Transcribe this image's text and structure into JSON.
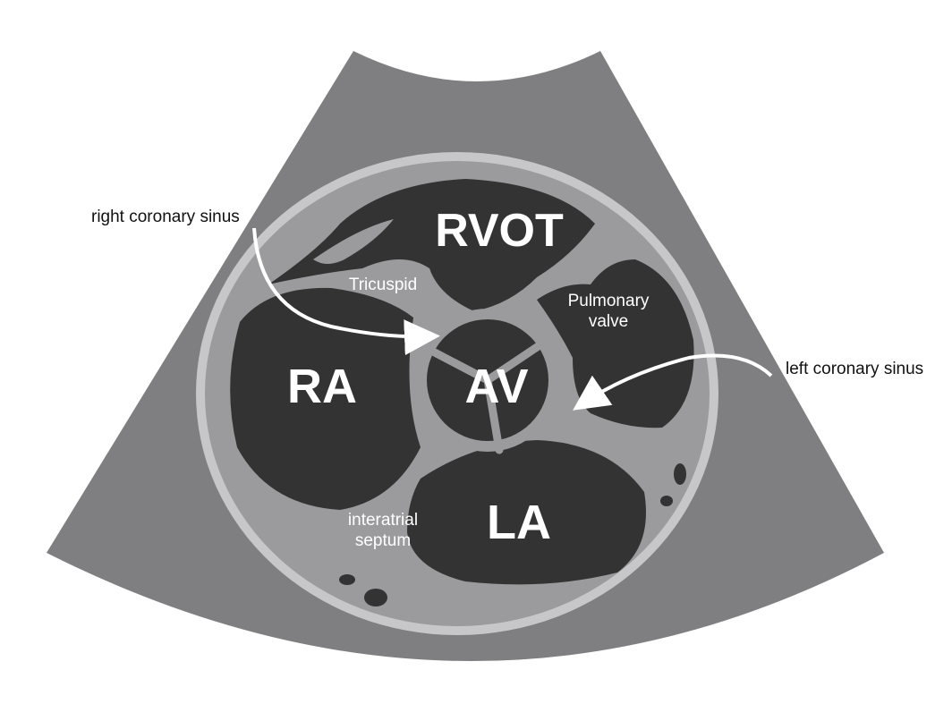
{
  "colors": {
    "background": "#ffffff",
    "fan": "#7f7e80",
    "tissue": "#9b9a9c",
    "outline": "#c7c6c8",
    "chamber": "#333333",
    "label_white": "#ffffff",
    "callout_text": "#111111"
  },
  "labels": {
    "rvot": "RVOT",
    "ra": "RA",
    "av": "AV",
    "la": "LA",
    "tricuspid": "Tricuspid",
    "pulmonary_line1": "Pulmonary",
    "pulmonary_line2": "valve",
    "interatrial_line1": "interatrial",
    "interatrial_line2": "septum"
  },
  "callouts": {
    "right_coronary_sinus": "right coronary sinus",
    "left_coronary_sinus": "left coronary sinus"
  }
}
